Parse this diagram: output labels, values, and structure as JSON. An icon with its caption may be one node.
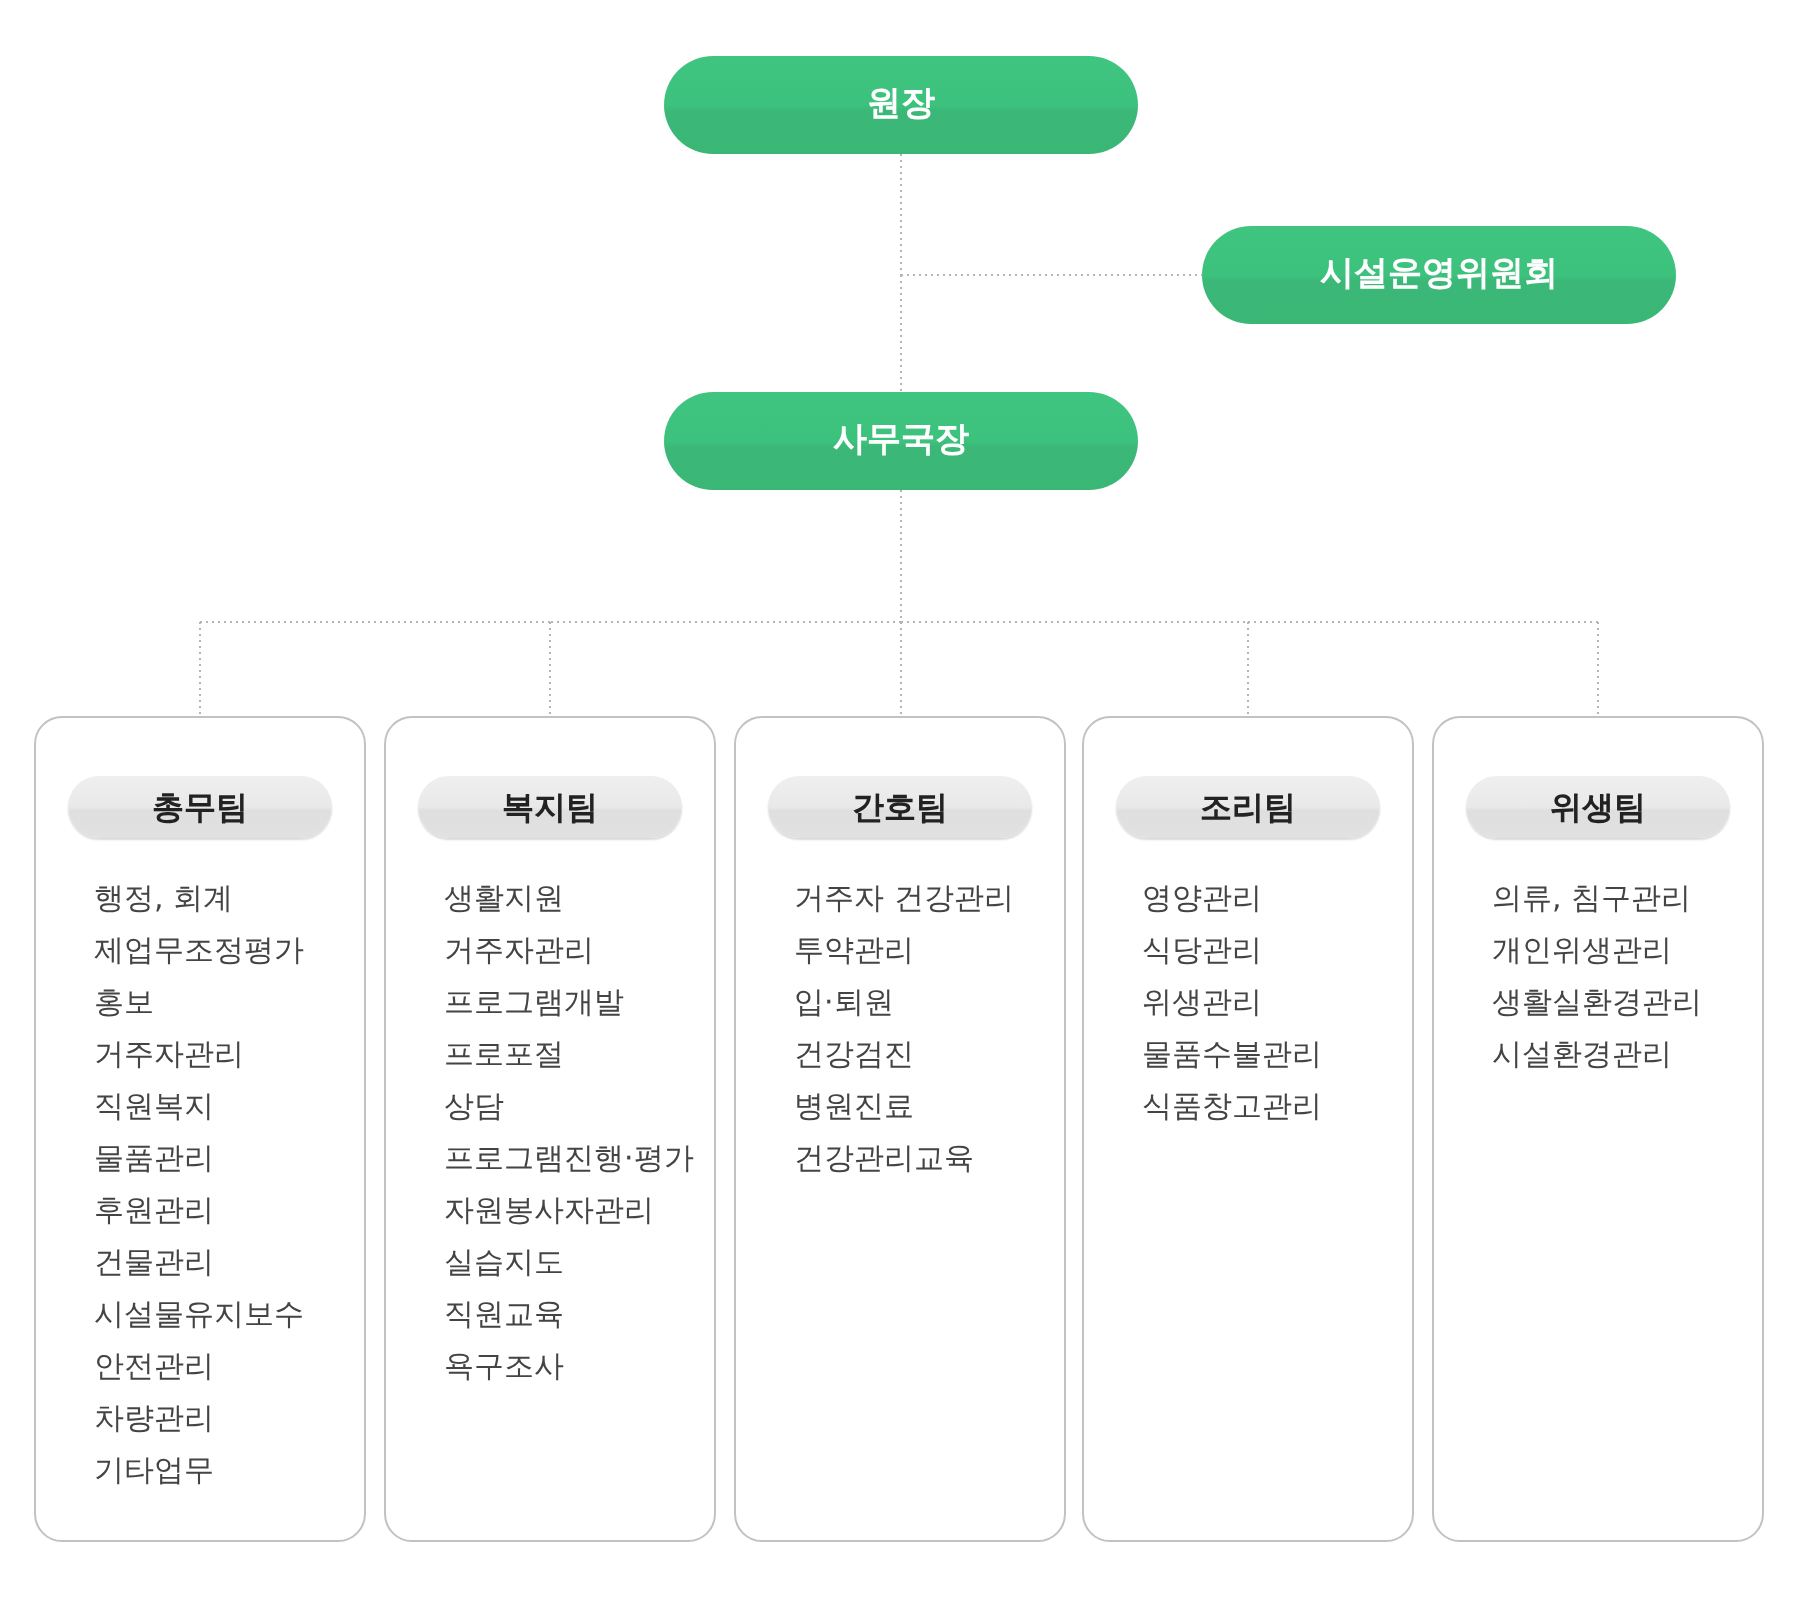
{
  "diagram": {
    "nodes": [
      {
        "text": [
          "원장"
        ]
      },
      {
        "text": [
          "시설운영위원회"
        ]
      },
      {
        "text": [
          "사무국장"
        ]
      },
      {
        "text": [
          "행정, 회계",
          "제업무조정평가",
          "홍보",
          "거주자관리",
          "직원복지",
          "물품관리",
          "후원관리",
          "건물관리",
          "시설물유지보수",
          "안전관리",
          "차량관리",
          "기타업무"
        ]
      },
      {
        "text": [
          "총무팀"
        ],
        "in": 3
      },
      {
        "text": [
          "생활지원",
          "거주자관리",
          "프로그램개발",
          "프로포절",
          "상담",
          "프로그램진행·평가",
          "자원봉사자관리",
          "실습지도",
          "직원교육",
          "욕구조사"
        ]
      },
      {
        "text": [
          "복지팀"
        ],
        "in": 5
      },
      {
        "text": [
          "거주자 건강관리",
          "투약관리",
          "입·퇴원",
          "건강검진",
          "병원진료",
          "건강관리교육"
        ]
      },
      {
        "text": [
          "간호팀"
        ],
        "in": 7
      },
      {
        "text": [
          "영양관리",
          "식당관리",
          "위생관리",
          "물품수불관리",
          "식품창고관리"
        ]
      },
      {
        "text": [
          "조리팀"
        ],
        "in": 9
      },
      {
        "text": [
          "의류, 침구관리",
          "개인위생관리",
          "생활실환경관리",
          "시설환경관리"
        ]
      },
      {
        "text": [
          "위생팀"
        ],
        "in": 11
      }
    ],
    "edges": [
      {
        "from": 0,
        "to": 2,
        "arrow": "none"
      },
      {
        "from": 0,
        "to": 1,
        "arrow": "none"
      },
      {
        "from": 2,
        "to": 3,
        "arrow": "none"
      },
      {
        "from": 2,
        "to": 5,
        "arrow": "none"
      },
      {
        "from": 2,
        "to": 7,
        "arrow": "none"
      },
      {
        "from": 2,
        "to": 9,
        "arrow": "none"
      },
      {
        "from": 2,
        "to": 11,
        "arrow": "none"
      }
    ]
  }
}
